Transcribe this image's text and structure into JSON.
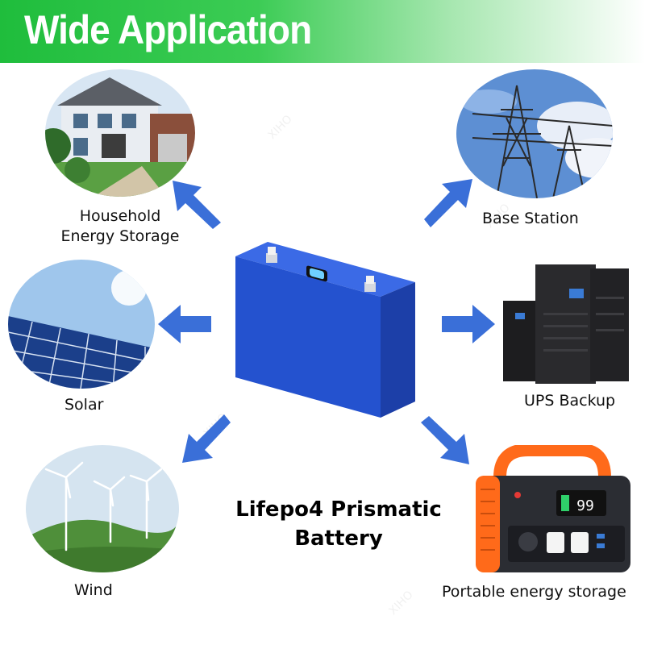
{
  "header": {
    "title": "Wide Application"
  },
  "center": {
    "line1": "Lifepo4 Prismatic",
    "line2": "Battery"
  },
  "applications": {
    "household": {
      "label_line1": "Household",
      "label_line2": "Energy Storage"
    },
    "base_station": {
      "label": "Base Station"
    },
    "solar": {
      "label": "Solar"
    },
    "ups": {
      "label": "UPS Backup"
    },
    "wind": {
      "label": "Wind"
    },
    "portable": {
      "label": "Portable energy storage",
      "display_value": "99"
    }
  },
  "watermark": "XIHO",
  "colors": {
    "banner_green": "#1fbd3c",
    "arrow_blue": "#3a6fd8",
    "battery_blue": "#2a56d8"
  }
}
